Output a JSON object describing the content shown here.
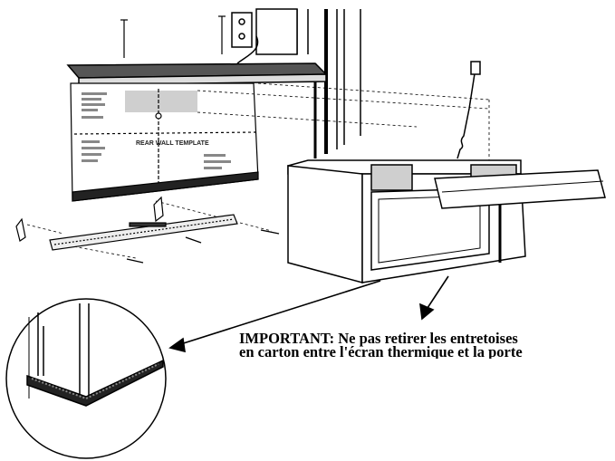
{
  "template_label": "REAR WALL TEMPLATE",
  "important_note": {
    "line1": "IMPORTANT: Ne pas retirer les entretoises",
    "line2": "en carton entre l'écran thermique et la porte"
  },
  "colors": {
    "line": "#000000",
    "fill": "#ffffff",
    "shade": "#cfcfcf",
    "dark": "#222222"
  }
}
